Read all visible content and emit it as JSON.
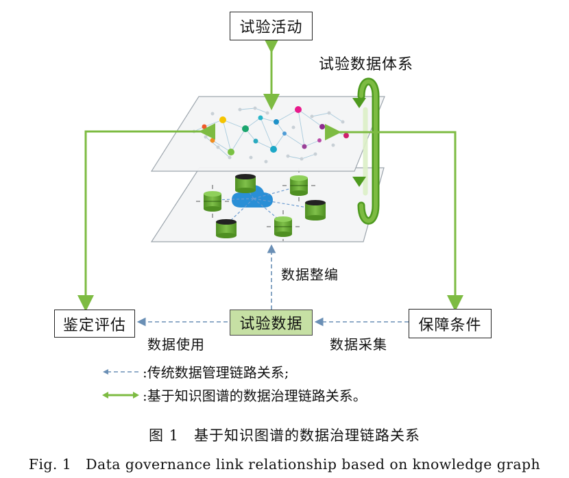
{
  "nodes": {
    "test_activity": "试验活动",
    "test_data_system": "试验数据体系",
    "test_data": "试验数据",
    "identification_assessment": "鉴定评估",
    "support_conditions": "保障条件"
  },
  "edge_labels": {
    "data_compilation": "数据整编",
    "data_usage": "数据使用",
    "data_collection": "数据采集"
  },
  "legend": {
    "traditional": ":传统数据管理链路关系;",
    "knowledge_graph": ":基于知识图谱的数据治理链路关系。"
  },
  "caption": {
    "cn": "图 1　基于知识图谱的数据治理链路关系",
    "en": "Fig. 1　Data governance link relationship based on knowledge graph"
  },
  "colors": {
    "green_link": "#7dbb42",
    "dashed_link": "#6a8fb5",
    "dark_green": "#4e9a1f",
    "box_green": "#c6e0a4"
  }
}
